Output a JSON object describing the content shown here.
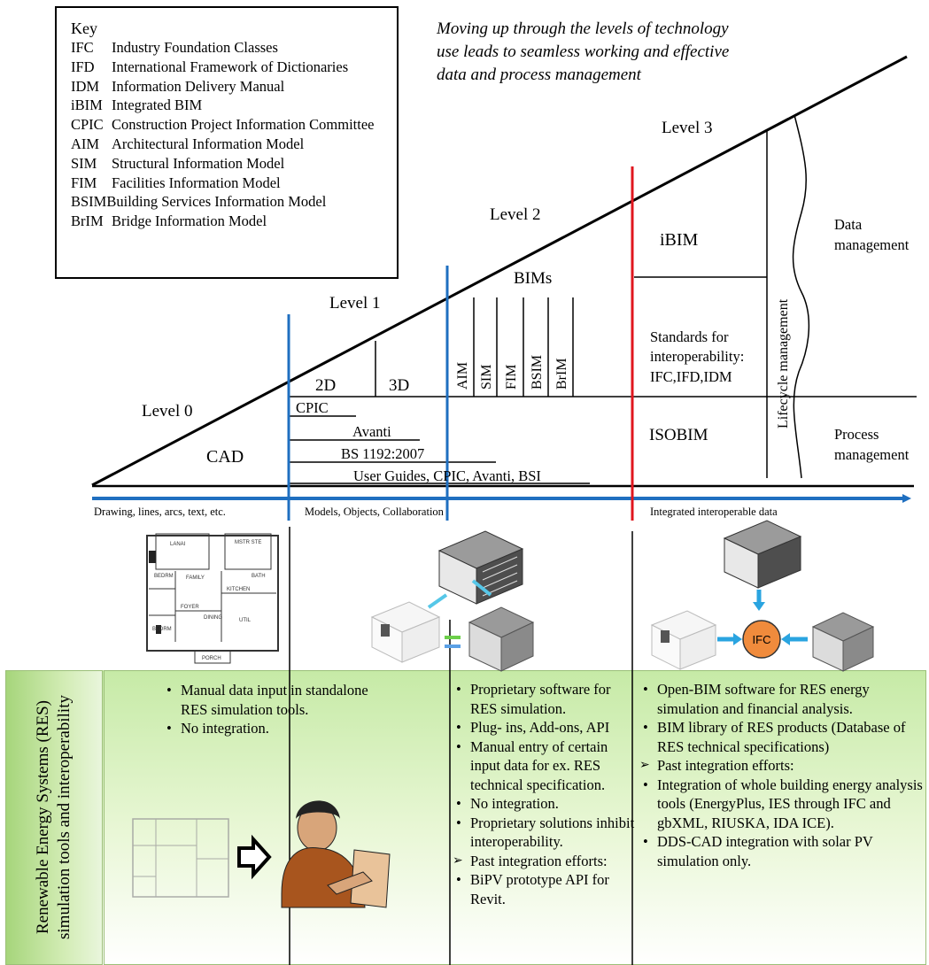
{
  "key": {
    "title": "Key",
    "rows": [
      {
        "abbr": "IFC",
        "def": "Industry Foundation Classes"
      },
      {
        "abbr": "IFD",
        "def": "International Framework of Dictionaries"
      },
      {
        "abbr": "IDM",
        "def": "Information Delivery Manual"
      },
      {
        "abbr": "iBIM",
        "def": "Integrated BIM"
      },
      {
        "abbr": "CPIC",
        "def": "Construction Project Information Committee"
      },
      {
        "abbr": "AIM",
        "def": "Architectural Information Model"
      },
      {
        "abbr": "SIM",
        "def": "Structural Information Model"
      },
      {
        "abbr": "FIM",
        "def": "Facilities Information Model"
      },
      {
        "abbr": "BSIM",
        "def": "Building Services Information Model"
      },
      {
        "abbr": "BrIM",
        "def": "Bridge Information Model"
      }
    ]
  },
  "tagline": "Moving up through the levels of technology use leads to seamless working and effective data and process management",
  "levels": {
    "l0": "Level 0",
    "l1": "Level 1",
    "l2": "Level 2",
    "l3": "Level 3"
  },
  "labels": {
    "cad": "CAD",
    "d2": "2D",
    "d3": "3D",
    "bims": "BIMs",
    "cpic": "CPIC",
    "avanti": "Avanti",
    "bs": "BS 1192:2007",
    "userguides": "User Guides, CPIC, Avanti, BSI",
    "ibim": "iBIM",
    "isobim": "ISOBIM",
    "std1": "Standards for",
    "std2": "interoperability:",
    "std3": "IFC,IFD,IDM",
    "lifecycle": "Lifecycle management",
    "data1": "Data",
    "data2": "management",
    "proc1": "Process",
    "proc2": "management"
  },
  "bim_models": [
    "AIM",
    "SIM",
    "FIM",
    "BSIM",
    "BrIM"
  ],
  "axis": {
    "drawing": "Drawing, lines, arcs, text, etc.",
    "models": "Models, Objects, Collaboration",
    "integrated": "Integrated interoperable data"
  },
  "illustrations": {
    "ifc": "IFC",
    "floorplan_rooms": [
      "LANAI",
      "MSTR STE",
      "BEDRM",
      "FAMILY",
      "BATH",
      "KITCHEN",
      "FOYER",
      "DINING",
      "BEDRM",
      "PORCH",
      "UTIL"
    ]
  },
  "res": {
    "side_label": "Renewable Energy Systems (RES) simulation tools and interoperability",
    "col1": [
      {
        "mark": "b",
        "text": "Manual data input in standalone RES simulation tools."
      },
      {
        "mark": "b",
        "text": "No integration."
      }
    ],
    "col2": [
      {
        "mark": "b",
        "text": "Proprietary software for RES simulation."
      },
      {
        "mark": "b",
        "text": "Plug- ins, Add-ons, API"
      },
      {
        "mark": "b",
        "text": "Manual entry of certain input data for ex. RES technical specification."
      },
      {
        "mark": "b",
        "text": "No integration."
      },
      {
        "mark": "b",
        "text": "Proprietary solutions inhibit interoperability."
      },
      {
        "mark": "a",
        "text": "Past integration efforts:"
      },
      {
        "mark": "b",
        "text": "BiPV prototype API for Revit."
      }
    ],
    "col3": [
      {
        "mark": "b",
        "text": "Open-BIM software for RES energy simulation and financial analysis."
      },
      {
        "mark": "b",
        "text": "BIM library of RES products (Database of RES technical specifications)"
      },
      {
        "mark": "a",
        "text": "Past integration efforts:"
      },
      {
        "mark": "b",
        "text": "Integration of whole building energy analysis tools (EnergyPlus, IES through IFC and gbXML, RIUSKA, IDA ICE)."
      },
      {
        "mark": "b",
        "text": "DDS-CAD integration with solar PV simulation only."
      }
    ]
  },
  "colors": {
    "axis": "#1f6fc0",
    "divider_blue": "#1f6fc0",
    "divider_red": "#e0161e",
    "ifc_circle": "#f08b3c",
    "green_top": "#c6eaa6"
  }
}
